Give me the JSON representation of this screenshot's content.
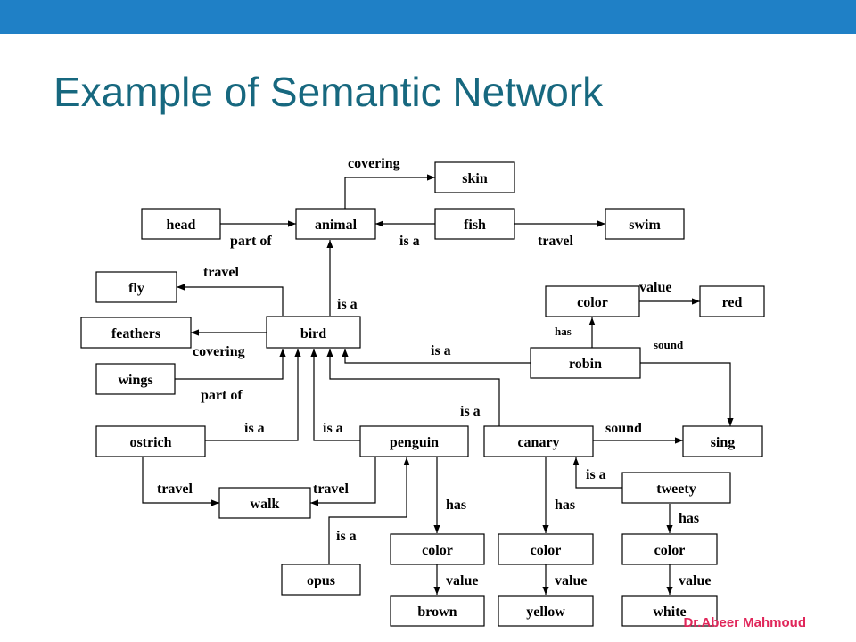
{
  "slide": {
    "title": "Example of Semantic Network",
    "accent_color": "#1f80c6",
    "title_color": "#17687f",
    "credit": "Dr.Abeer Mahmoud",
    "credit_color": "#e0265a"
  },
  "diagram": {
    "nodes": {
      "skin": "skin",
      "head": "head",
      "animal": "animal",
      "fish": "fish",
      "swim": "swim",
      "fly": "fly",
      "feathers": "feathers",
      "bird": "bird",
      "wings": "wings",
      "color_robin": "color",
      "red": "red",
      "robin": "robin",
      "ostrich": "ostrich",
      "penguin": "penguin",
      "canary": "canary",
      "sing": "sing",
      "walk": "walk",
      "tweety": "tweety",
      "opus": "opus",
      "color_penguin": "color",
      "color_canary": "color",
      "color_tweety": "color",
      "brown": "brown",
      "yellow": "yellow",
      "white": "white"
    },
    "edge_labels": {
      "animal_covering_skin": "covering",
      "head_partof_animal": "part of",
      "fish_isa_animal": "is a",
      "fish_travel_swim": "travel",
      "bird_travel_fly": "travel",
      "bird_isa_animal": "is a",
      "bird_covering_feathers": "covering",
      "wings_partof_bird": "part of",
      "color_value_red": "value",
      "robin_has_color": "has",
      "robin_sound_sing": "sound",
      "robin_isa_bird": "is a",
      "canary_isa_bird": "is a",
      "ostrich_isa_bird": "is a",
      "penguin_isa_bird": "is a",
      "canary_sound_sing": "sound",
      "ostrich_travel_walk": "travel",
      "penguin_travel_walk": "travel",
      "tweety_isa_canary": "is a",
      "opus_isa_penguin": "is a",
      "penguin_has_color": "has",
      "canary_has_color": "has",
      "tweety_has_color": "has",
      "penguin_color_value": "value",
      "canary_color_value": "value",
      "tweety_color_value": "value"
    }
  }
}
